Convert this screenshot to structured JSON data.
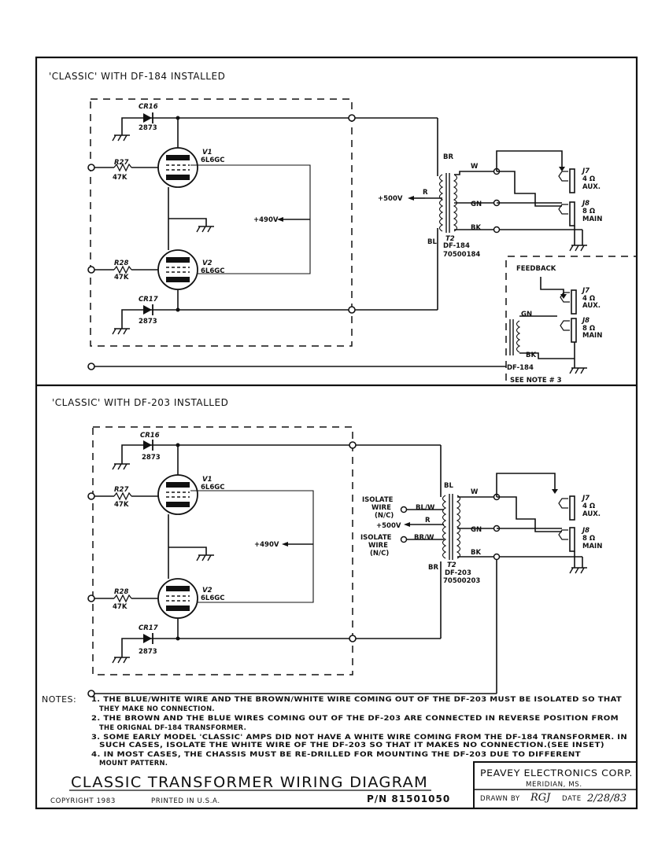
{
  "top_section": {
    "heading": "'CLASSIC' WITH DF-184 INSTALLED",
    "cr16": "CR16",
    "cr16_val": "2873",
    "cr17": "CR17",
    "cr17_val": "2873",
    "r27": "R27",
    "r27_val": "47K",
    "r28": "R28",
    "r28_val": "47K",
    "v1": "V1",
    "v1_type": "6L6GC",
    "v2": "V2",
    "v2_type": "6L6GC",
    "b490": "+490V",
    "b500": "+500V",
    "r_lead": "R",
    "br_lead": "BR",
    "bl_lead": "BL",
    "w_lead": "W",
    "gn_lead": "GN",
    "bk_lead": "BK",
    "t2": "T2",
    "t2_type": "DF-184",
    "t2_pn": "70500184",
    "j7": "J7",
    "j7_ohm": "4 Ω",
    "j7_name": "AUX.",
    "j8": "J8",
    "j8_ohm": "8 Ω",
    "j8_name": "MAIN"
  },
  "inset": {
    "feedback": "FEEDBACK",
    "j7": "J7",
    "j7_ohm": "4 Ω",
    "j7_name": "AUX.",
    "j8": "J8",
    "j8_ohm": "8 Ω",
    "j8_name": "MAIN",
    "gn": "GN",
    "bk": "BK",
    "xfmr": "DF-184",
    "see_note": "SEE NOTE # 3"
  },
  "bottom_section": {
    "heading": "'CLASSIC' WITH DF-203 INSTALLED",
    "cr16": "CR16",
    "cr16_val": "2873",
    "cr17": "CR17",
    "cr17_val": "2873",
    "r27": "R27",
    "r27_val": "47K",
    "r28": "R28",
    "r28_val": "47K",
    "v1": "V1",
    "v1_type": "6L6GC",
    "v2": "V2",
    "v2_type": "6L6GC",
    "b490": "+490V",
    "b500": "+500V",
    "isolate1_a": "ISOLATE",
    "isolate1_b": "WIRE",
    "isolate1_c": "(N/C)",
    "isolate2_a": "ISOLATE",
    "isolate2_b": "WIRE",
    "isolate2_c": "(N/C)",
    "blw": "BL/W",
    "brw": "BR/W",
    "r_lead": "R",
    "bl_lead": "BL",
    "br_lead": "BR",
    "w_lead": "W",
    "gn_lead": "GN",
    "bk_lead": "BK",
    "t2": "T2",
    "t2_type": "DF-203",
    "t2_pn": "70500203",
    "j7": "J7",
    "j7_ohm": "4 Ω",
    "j7_name": "AUX.",
    "j8": "J8",
    "j8_ohm": "8 Ω",
    "j8_name": "MAIN"
  },
  "notes": {
    "heading": "NOTES:",
    "lines": [
      "1. THE BLUE/WHITE WIRE AND THE BROWN/WHITE WIRE COMING OUT OF THE DF-203 MUST BE ISOLATED SO THAT",
      "THEY MAKE NO CONNECTION.",
      "2. THE BROWN AND THE BLUE WIRES COMING OUT OF THE DF-203 ARE CONNECTED IN REVERSE POSITION FROM",
      "THE ORIGNAL DF-184 TRANSFORMER.",
      "3. SOME EARLY MODEL 'CLASSIC' AMPS DID NOT HAVE A WHITE WIRE COMING FROM THE DF-184 TRANSFORMER. IN",
      "SUCH CASES, ISOLATE THE WHITE WIRE OF THE DF-203 SO THAT IT MAKES NO CONNECTION.(SEE INSET)",
      "4. IN MOST CASES, THE CHASSIS MUST BE RE-DRILLED FOR MOUNTING THE DF-203 DUE TO DIFFERENT",
      "MOUNT PATTERN."
    ]
  },
  "title_block": {
    "title": "CLASSIC TRANSFORMER WIRING DIAGRAM",
    "copyright": "COPYRIGHT 1983",
    "printed": "PRINTED IN U.S.A.",
    "pn": "P/N 81501050",
    "corp": "PEAVEY ELECTRONICS CORP.",
    "city": "MERIDIAN, MS.",
    "drawn_by_label": "DRAWN BY",
    "drawn_by": "RGJ",
    "date_label": "DATE",
    "date": "2/28/83"
  }
}
